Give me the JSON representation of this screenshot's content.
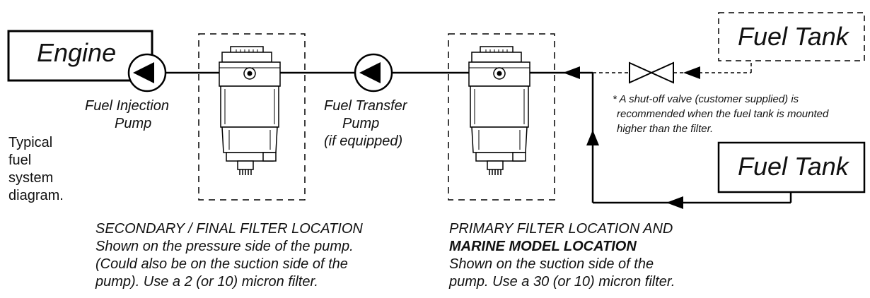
{
  "engine": {
    "label": "Engine"
  },
  "fuel_tank_top": {
    "label": "Fuel Tank"
  },
  "fuel_tank_bottom": {
    "label": "Fuel Tank"
  },
  "injection_pump": {
    "line1": "Fuel Injection",
    "line2": "Pump"
  },
  "transfer_pump": {
    "line1": "Fuel Transfer",
    "line2": "Pump",
    "line3": "(if equipped)"
  },
  "shutoff_note": {
    "line1": "* A shut-off valve (customer supplied) is",
    "line2": "recommended when the fuel tank is mounted",
    "line3": "higher than the filter."
  },
  "typical": {
    "line1": "Typical",
    "line2": "fuel",
    "line3": "system",
    "line4": "diagram."
  },
  "secondary_caption": {
    "line1": "SECONDARY / FINAL FILTER LOCATION",
    "line2": "Shown on the pressure side of the pump.",
    "line3": "(Could also be on the suction side of the",
    "line4": "pump).  Use a 2 (or 10) micron filter."
  },
  "primary_caption": {
    "line1": "PRIMARY FILTER LOCATION AND",
    "line2": "MARINE MODEL LOCATION",
    "line3": "Shown on the suction side of the",
    "line4": "pump. Use a 30 (or 10) micron filter."
  }
}
